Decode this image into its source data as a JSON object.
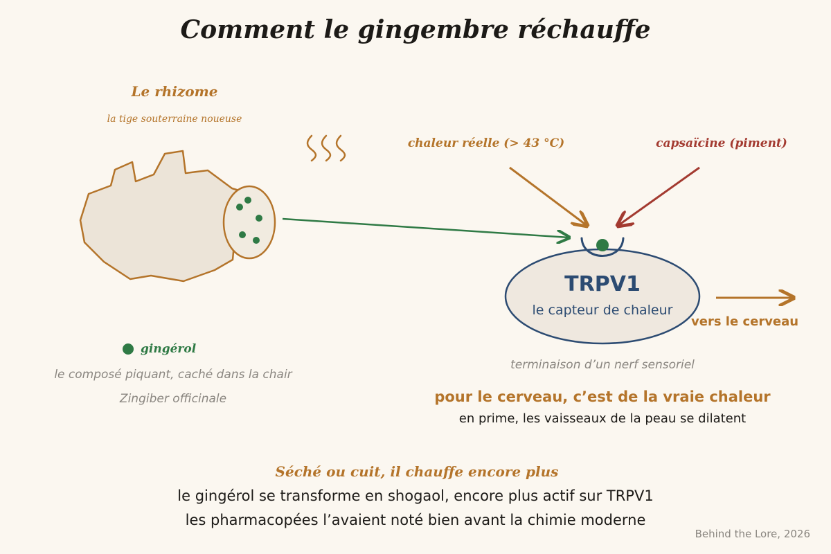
{
  "title": "Comment le gingembre réchauffe",
  "rhizome": {
    "title": "Le rhizome",
    "subtitle": "la tige souterraine noueuse"
  },
  "stimuli": {
    "heat": "chaleur réelle (> 43 °C)",
    "capsaicin": "capsaïcine (piment)"
  },
  "receptor": {
    "name": "TRPV1",
    "subtitle": "le capteur de chaleur",
    "nerve": "terminaison d’un nerf sensoriel"
  },
  "output": {
    "label": "vers le cerveau"
  },
  "gingerol": {
    "label": "gingérol",
    "description": "le composé piquant, caché dans la chair",
    "latin": "Zingiber officinale"
  },
  "result": {
    "headline": "pour le cerveau, c’est de la vraie chaleur",
    "detail": "en prime, les vaisseaux de la peau se dilatent"
  },
  "processing": {
    "headline": "Séché ou cuit, il chauffe encore plus",
    "line1": "le gingérol se transforme en shogaol, encore plus actif sur TRPV1",
    "line2": "les pharmacopées l’avaient noté bien avant la chimie moderne"
  },
  "credit": "Behind the Lore, 2026",
  "colors": {
    "ginger": "#b4742a",
    "gingerol": "#2f7a45",
    "capsaicin": "#a33a30",
    "receptor": "#2c4b72",
    "background": "#fbf7f0"
  }
}
